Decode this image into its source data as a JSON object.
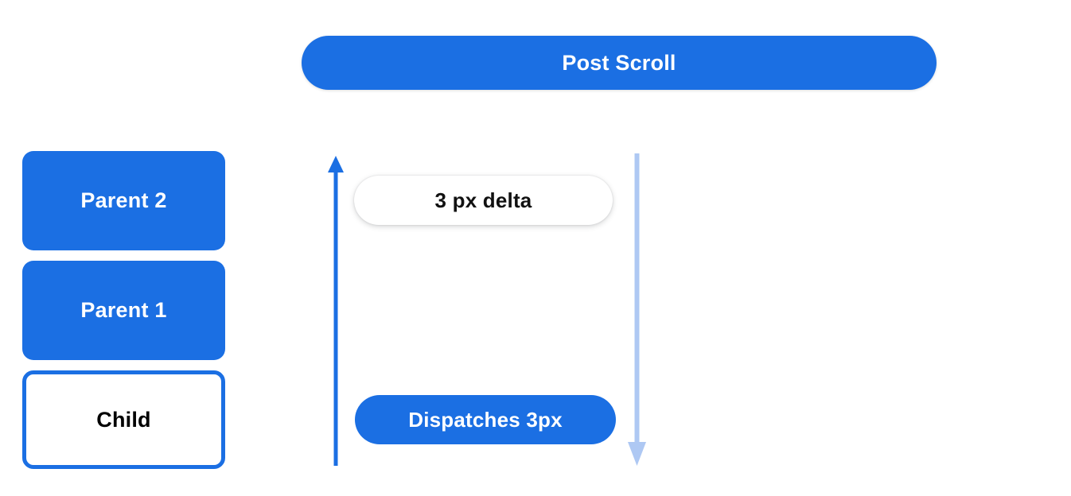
{
  "header": {
    "title": "Post Scroll",
    "color": "#1b6fe3"
  },
  "colors": {
    "primary_blue": "#1b6fe3",
    "light_blue": "#aec8f3",
    "text_dark": "#111111",
    "text_light": "#ffffff",
    "background": "#ffffff"
  },
  "node_stack": {
    "boxes": [
      {
        "label": "Parent 2",
        "style": "filled"
      },
      {
        "label": "Parent 1",
        "style": "filled"
      },
      {
        "label": "Child",
        "style": "outlined"
      }
    ]
  },
  "flow": {
    "up_arrow": {
      "name": "scroll-up-arrow",
      "color": "#1b6fe3",
      "direction": "up"
    },
    "down_arrow": {
      "name": "dispatch-down-arrow",
      "color": "#aec8f3",
      "direction": "down"
    },
    "delta_label": "3 px delta",
    "dispatch_label": "Dispatches 3px"
  }
}
